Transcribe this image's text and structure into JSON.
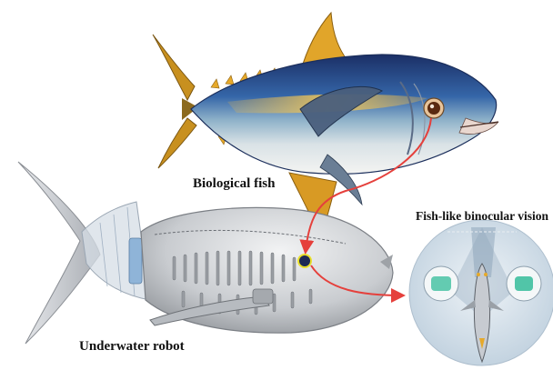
{
  "labels": {
    "biological_fish": "Biological fish",
    "underwater_robot": "Underwater robot",
    "fish_like_binocular_vision": "Fish-like binocular vision"
  },
  "colors": {
    "fish_back": "#1f3d7a",
    "fish_belly": "#dfe6ea",
    "fish_fin_yellow": "#e6a92a",
    "robot_body": "#cfd2d6",
    "robot_shadow": "#8e9298",
    "arrow_red": "#e5403c",
    "eye_ring": "#e8df2a",
    "vision_circle": "#cbd9e4",
    "lens_green": "#3fbf9f"
  },
  "icons": [
    "biological-fish-illustration",
    "underwater-robot-illustration",
    "binocular-vision-illustration"
  ]
}
